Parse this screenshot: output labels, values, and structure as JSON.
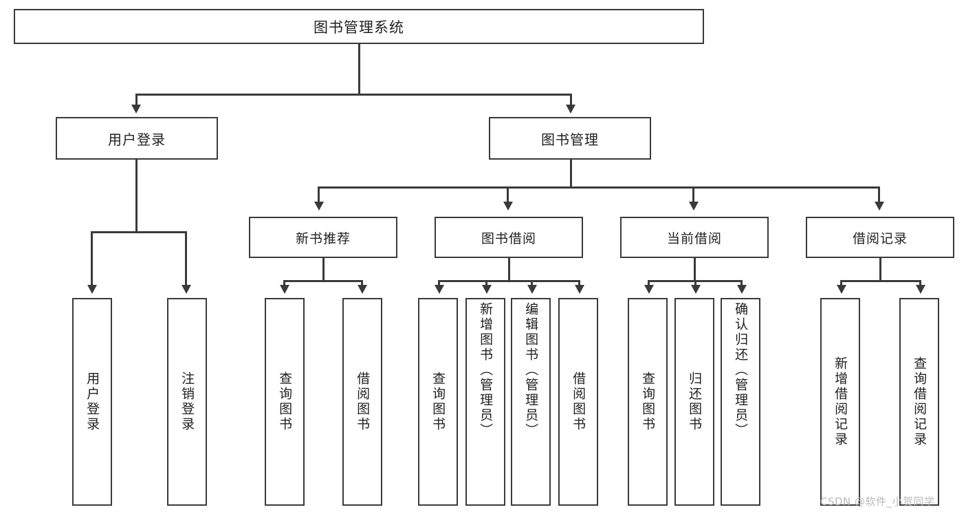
{
  "diagram": {
    "type": "tree-hierarchy",
    "title": "图书管理系统",
    "watermark": "CSDN @软件_小贺同学",
    "colors": {
      "stroke": "#3a3a3a",
      "fill": "#ffffff",
      "text": "#1f1f1f",
      "watermark": "#b9b9b9"
    },
    "root": {
      "label": "图书管理系统"
    },
    "level2": [
      {
        "label": "用户登录"
      },
      {
        "label": "图书管理"
      }
    ],
    "level3": [
      {
        "label": "新书推荐"
      },
      {
        "label": "图书借阅"
      },
      {
        "label": "当前借阅"
      },
      {
        "label": "借阅记录"
      }
    ],
    "leaves": {
      "user_login": [
        {
          "label": "用户登录"
        },
        {
          "label": "注销登录"
        }
      ],
      "new_book_recommend": [
        {
          "label": "查询图书"
        },
        {
          "label": "借阅图书"
        }
      ],
      "book_borrow": [
        {
          "label": "查询图书"
        },
        {
          "label": "新增图书（管理员）"
        },
        {
          "label": "编辑图书（管理员）"
        },
        {
          "label": "借阅图书"
        }
      ],
      "current_borrow": [
        {
          "label": "查询图书"
        },
        {
          "label": "归还图书"
        },
        {
          "label": "确认归还（管理员）"
        }
      ],
      "borrow_record": [
        {
          "label": "新增借阅记录"
        },
        {
          "label": "查询借阅记录"
        }
      ]
    }
  }
}
